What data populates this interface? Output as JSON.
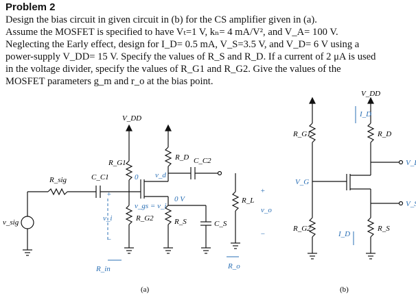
{
  "problem": {
    "title": "Problem 2",
    "lines": [
      "Design the bias circuit in given circuit in (b)  for the CS amplifier given in  (a).",
      "Assume the MOSFET is specified to have Vₜ=1 V, kₙ= 4 mA/V², and V_A= 100 V.",
      "Neglecting the Early effect, design for I_D= 0.5 mA, V_S=3.5 V, and V_D= 6 V using a",
      "power-supply V_DD= 15 V. Specify the values of R_S and R_D. If a current of 2 μA is used",
      "in the voltage divider, specify the values of R_G1 and R_G2. Give the values of the",
      "MOSFET parameters g_m and r_o at the bias point."
    ]
  },
  "circuit_a": {
    "caption": "(a)",
    "labels": {
      "vdd": "V_DD",
      "rsig": "R_sig",
      "cc1": "C_C1",
      "rg1": "R_G1",
      "rg2": "R_G2",
      "rd": "R_D",
      "cc2": "C_C2",
      "rs": "R_S",
      "cs": "C_S",
      "rl": "R_L",
      "vsig": "v_sig",
      "vi": "v_i",
      "vo": "v_o",
      "vd": "v_d",
      "vgs": "v_gs = v_i",
      "zero": "0",
      "zerov": "0 V",
      "rin": "R_in",
      "ro": "R_o",
      "plus": "+",
      "minus": "−"
    }
  },
  "circuit_b": {
    "caption": "(b)",
    "labels": {
      "vdd": "V_DD",
      "id_top": "I_D",
      "rd": "R_D",
      "vd": "V_D",
      "rg1": "R_G1",
      "vg": "V_G",
      "vs": "V_S",
      "rg2": "R_G2",
      "id_bot": "I_D",
      "rs": "R_S"
    }
  },
  "colors": {
    "text": "#111111",
    "accent_blue": "#2a6fb5",
    "wire": "#111111"
  }
}
